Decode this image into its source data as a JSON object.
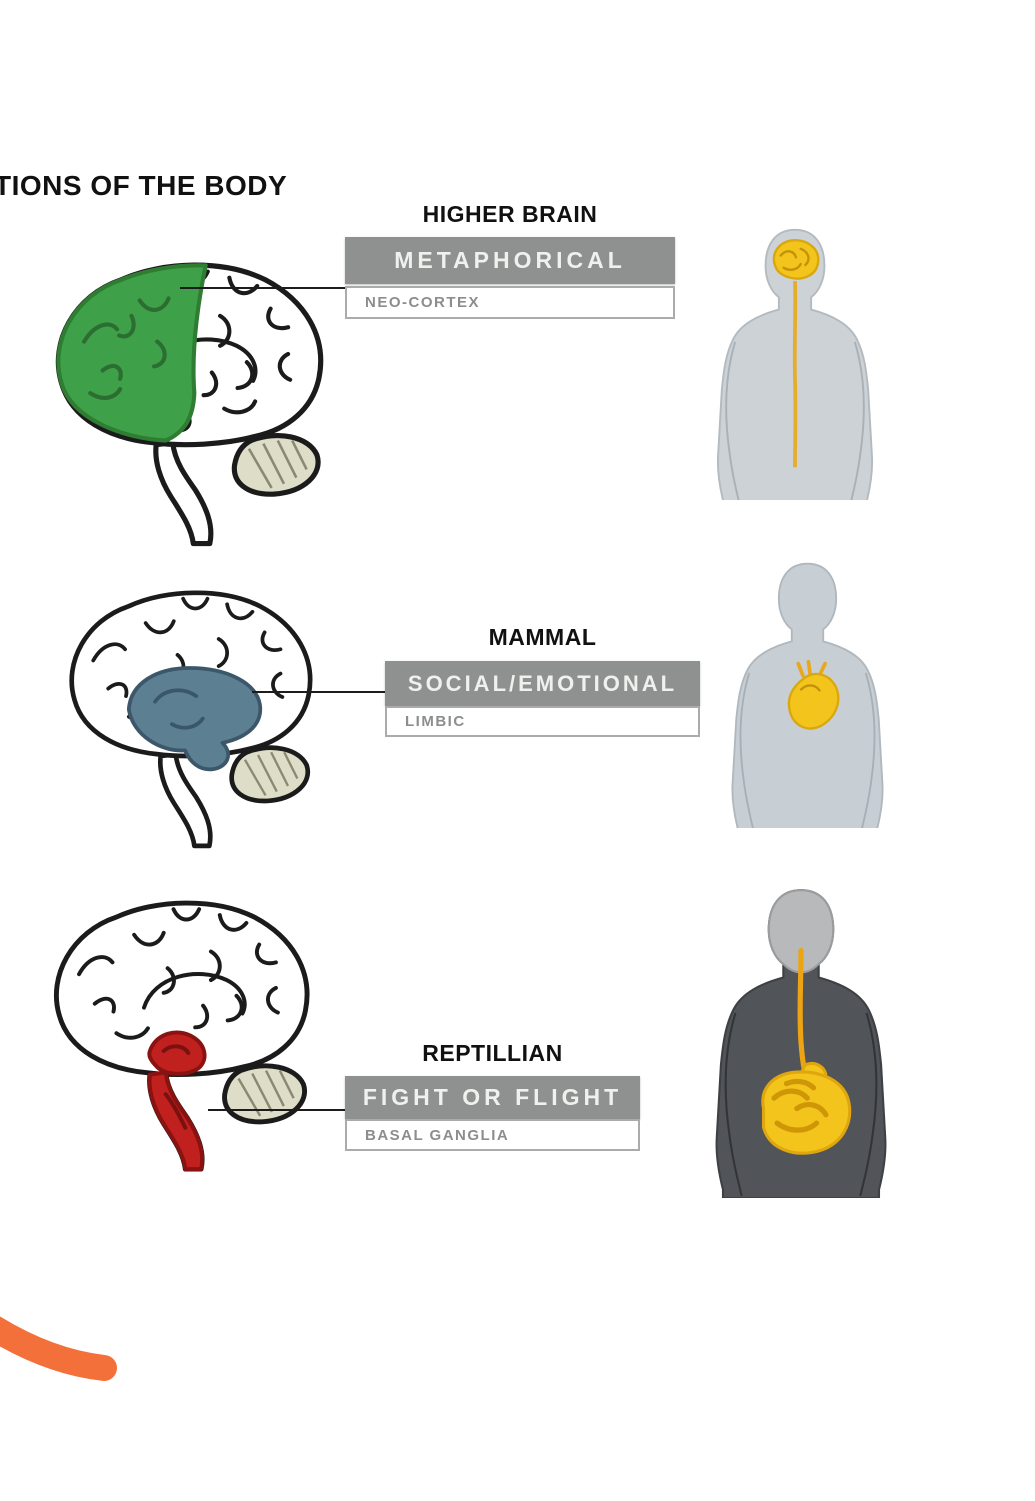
{
  "page": {
    "title": "TIONS OF THE BODY"
  },
  "colors": {
    "bar_background": "#8f9190",
    "bar_text": "#f0f0ee",
    "sub_label_text": "#8b8e8d",
    "heading_text": "#111111",
    "organ_yellow": "#f3c41c",
    "accent_orange": "#f4703a"
  },
  "rows": [
    {
      "heading": "HIGHER BRAIN",
      "bar_label": "METAPHORICAL",
      "sub_label": "NEO-CORTEX",
      "highlight_color": "#3fa04a",
      "brain_region": "neo-cortex-frontal-lobe",
      "body_organ": "brain"
    },
    {
      "heading": "MAMMAL",
      "bar_label": "SOCIAL/EMOTIONAL",
      "sub_label": "LIMBIC",
      "highlight_color": "#5d7f92",
      "brain_region": "limbic-system",
      "body_organ": "heart"
    },
    {
      "heading": "REPTILLIAN",
      "bar_label": "FIGHT OR FLIGHT",
      "sub_label": "BASAL GANGLIA",
      "highlight_color": "#c0201e",
      "brain_region": "brainstem-basal-ganglia",
      "body_organ": "intestines"
    }
  ]
}
